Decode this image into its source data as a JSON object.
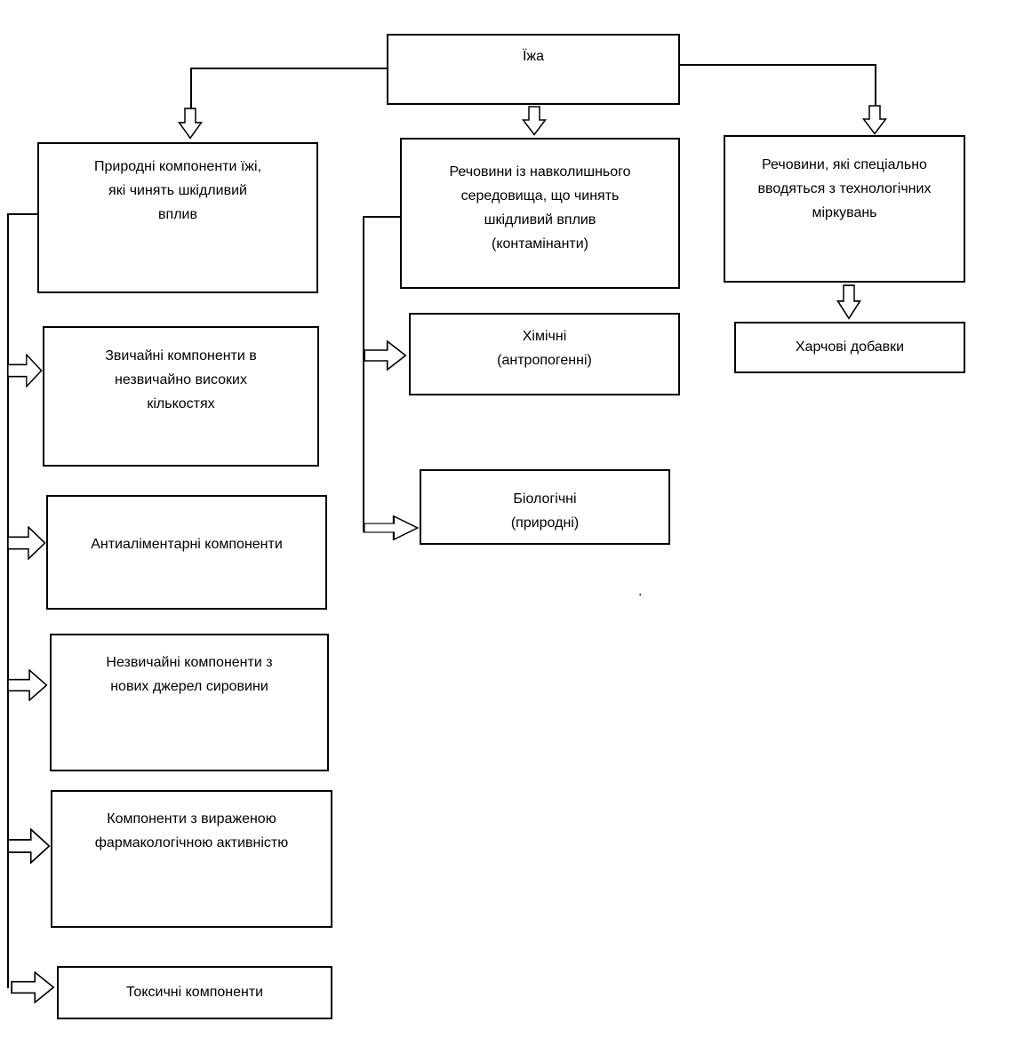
{
  "diagram": {
    "type": "flowchart",
    "language": "uk",
    "nodes": {
      "root": "Їжа",
      "natural": "Природні компоненти їжі,\nякі чинять шкідливий\nвплив",
      "environment": "Речовини із навколишнього\nсередовища, що чинять\nшкідливий вплив\n(контамінанти)",
      "technological": "Речовини, які спеціально\nвводяться з технологічних\nміркувань",
      "additives": "Харчові добавки",
      "chemical": "Хімічні\n(антропогенні)",
      "biological": "Біологічні\n(природні)",
      "usual_high": "Звичайні компоненти в\nнезвичайно високих\nкількостях",
      "antialimentary": "Антиаліментарні компоненти",
      "unusual_new": "Незвичайні компоненти з\nнових джерел сировини",
      "pharmacological": "Компоненти з вираженою\nфармакологічною активністю",
      "toxic": "Токсичні компоненти",
      "stray_dot": "."
    },
    "edges": [
      {
        "from": "root",
        "to": "natural"
      },
      {
        "from": "root",
        "to": "environment"
      },
      {
        "from": "root",
        "to": "technological"
      },
      {
        "from": "technological",
        "to": "additives"
      },
      {
        "from": "environment",
        "to": "chemical"
      },
      {
        "from": "environment",
        "to": "biological"
      },
      {
        "from": "natural",
        "to": "usual_high"
      },
      {
        "from": "natural",
        "to": "antialimentary"
      },
      {
        "from": "natural",
        "to": "unusual_new"
      },
      {
        "from": "natural",
        "to": "pharmacological"
      },
      {
        "from": "natural",
        "to": "toxic"
      }
    ],
    "colors": {
      "stroke": "#000000",
      "fill": "#ffffff",
      "text": "#000000"
    }
  }
}
